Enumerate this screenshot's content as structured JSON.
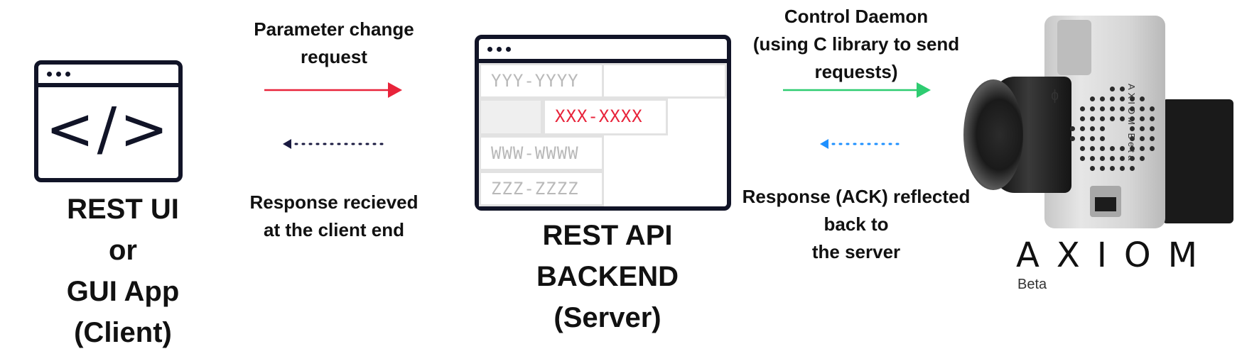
{
  "client": {
    "title_lines": [
      "REST UI",
      "or",
      "GUI App",
      "(Client)"
    ],
    "icon": "code-window-icon",
    "code_glyph": "</>"
  },
  "server": {
    "title_lines": [
      "REST API",
      "BACKEND",
      "(Server)"
    ],
    "icon": "table-window-icon",
    "cells": [
      "YYY-YYYY",
      "XXX-XXXX",
      "WWW-WWWW",
      "ZZZ-ZZZZ"
    ]
  },
  "camera": {
    "logo": "AXIOM",
    "logo_sub": "Beta",
    "body_text": "AXIOM Beta",
    "icon": "camera-icon"
  },
  "left_link": {
    "request_label_lines": [
      "Parameter change",
      "request"
    ],
    "response_label_lines": [
      "Response recieved",
      "at the client end"
    ],
    "request_arrow_color": "#e8233a",
    "response_arrow_color": "#1a1a40"
  },
  "right_link": {
    "request_label_lines": [
      "Control Daemon",
      "(using C library to send",
      "requests)"
    ],
    "response_label_lines": [
      "Response (ACK) reflected",
      "back to",
      "the server"
    ],
    "request_arrow_color": "#2ecc71",
    "response_arrow_color": "#1e90ff"
  },
  "colors": {
    "window_stroke": "#111427",
    "highlight_text": "#e8233a"
  }
}
